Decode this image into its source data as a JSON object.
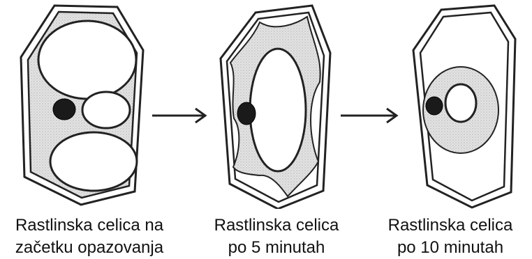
{
  "panels": [
    {
      "caption_line1": "Rastlinska celica na",
      "caption_line2": "začetku opazovanja"
    },
    {
      "caption_line1": "Rastlinska celica",
      "caption_line2": "po 5 minutah"
    },
    {
      "caption_line1": "Rastlinska celica",
      "caption_line2": "po 10 minutah"
    }
  ],
  "colors": {
    "ink": "#222222",
    "cytoplasm": "#d9d9d9",
    "nucleus": "#1a1a1a"
  }
}
